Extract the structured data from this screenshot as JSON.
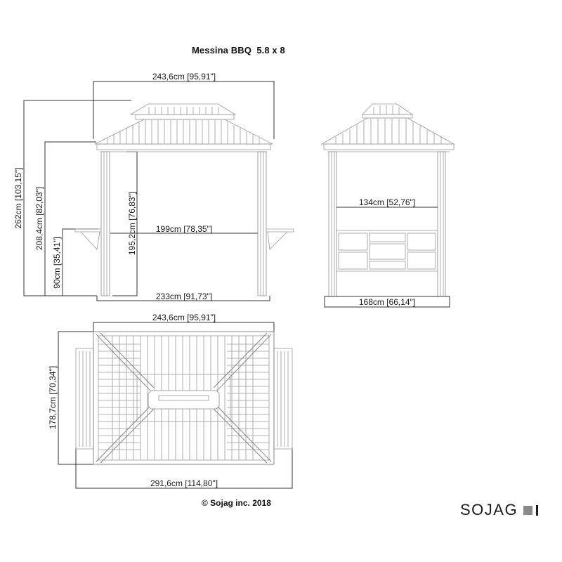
{
  "title": "Messina BBQ  5.8 x 8",
  "front_view": {
    "overall_width": "243,6cm [95,91\"]",
    "overall_height": "262cm [103,15\"]",
    "eave_height": "208,4cm [82,03\"]",
    "clearance_height": "195,2cm [76,83\"]",
    "bar_height": "90cm [35,41\"]",
    "inner_width": "199cm [78,35\"]",
    "base_width": "233cm [91,73\"]"
  },
  "side_view": {
    "inner_width": "134cm [52,76\"]",
    "base_width": "168cm [66,14\"]"
  },
  "top_view": {
    "roof_width": "243,6cm [95,91\"]",
    "depth": "178,7cm [70,34\"]",
    "overall_width_with_bars": "291,6cm [114,80\"]"
  },
  "footer": {
    "copyright": "© Sojag inc. 2018",
    "brand": "SOJAG"
  },
  "colors": {
    "line": "#9a9a9a",
    "dimension": "#333333",
    "logo_square": "#8a8a8a"
  }
}
